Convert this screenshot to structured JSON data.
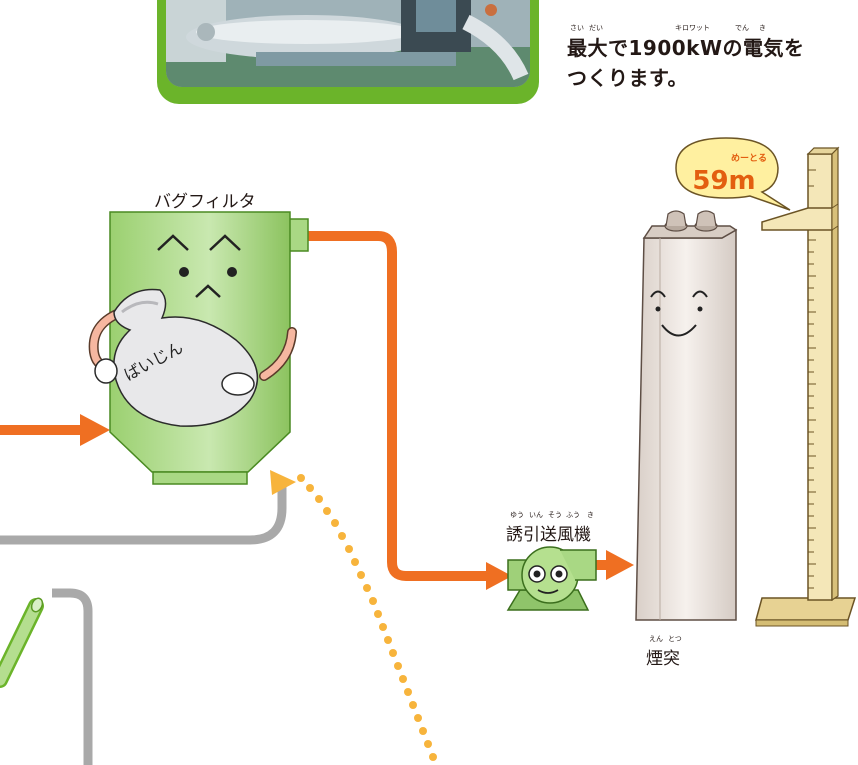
{
  "caption": {
    "line1": "最大で1900kWの電気を",
    "line2": "つくります。",
    "ruby": {
      "sai": "さい",
      "dai": "だい",
      "kilowatt": "キロワット",
      "den": "でん",
      "ki": "き"
    }
  },
  "bag_filter": {
    "label": "バグフィルタ",
    "bag_text": "ばいじん"
  },
  "fan": {
    "label": "誘引送風機",
    "ruby": {
      "yuu": "ゆう",
      "in": "いん",
      "sou": "そう",
      "fuu": "ふう",
      "ki": "き"
    }
  },
  "stack": {
    "label": "煙突",
    "ruby": {
      "en": "えん",
      "totsu": "とつ"
    },
    "height_value": "59m",
    "height_ruby": "めーとる"
  },
  "colors": {
    "flow_orange": "#ef6f22",
    "pipe_gray": "#a9a9a9",
    "filter_green": "#b9e09a",
    "photo_frame_green": "#6bb42a",
    "dotted_arrow": "#f7b43c",
    "stack_fill": "#ede5df",
    "ruler_fill": "#f4e7b8",
    "bubble_fill": "#fff0a0"
  }
}
